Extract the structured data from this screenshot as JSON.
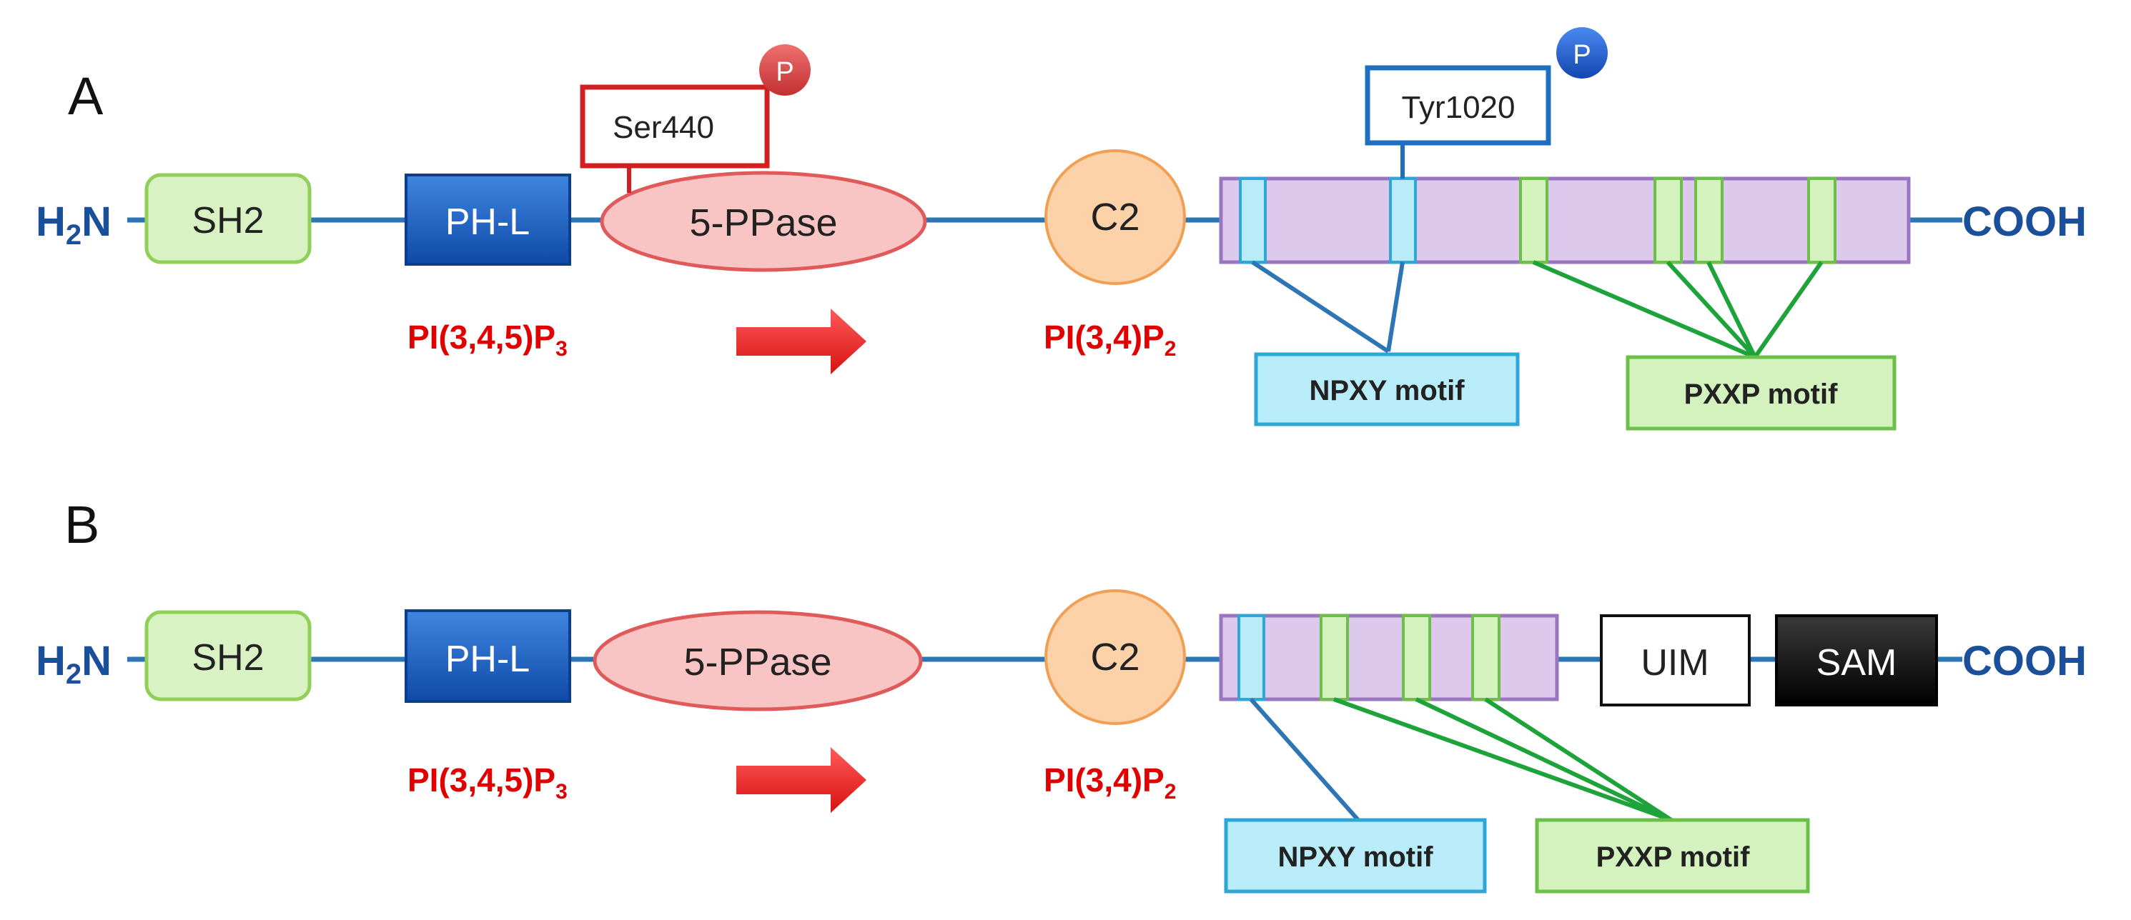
{
  "panels": {
    "a": {
      "label": "A",
      "n_terminus": {
        "h": "H",
        "sub": "2",
        "n": "N"
      },
      "c_terminus": "COOH",
      "domains": {
        "sh2": "SH2",
        "phl": "PH-L",
        "ppase": "5-PPase",
        "c2": "C2"
      },
      "site_ser": "Ser440",
      "site_tyr": "Tyr1020",
      "phospho_ser": "P",
      "phospho_tyr": "P",
      "substrate": {
        "base": "PI(3,4,5)P",
        "sub": "3"
      },
      "product": {
        "base": "PI(3,4)P",
        "sub": "2"
      },
      "npxy": "NPXY motif",
      "pxxp": "PXXP motif"
    },
    "b": {
      "label": "B",
      "n_terminus": {
        "h": "H",
        "sub": "2",
        "n": "N"
      },
      "c_terminus": "COOH",
      "domains": {
        "sh2": "SH2",
        "phl": "PH-L",
        "ppase": "5-PPase",
        "c2": "C2",
        "uim": "UIM",
        "sam": "SAM"
      },
      "substrate": {
        "base": "PI(3,4,5)P",
        "sub": "3"
      },
      "product": {
        "base": "PI(3,4)P",
        "sub": "2"
      },
      "npxy": "NPXY motif",
      "pxxp": "PXXP motif"
    }
  },
  "colors": {
    "backbone": "#2e75b6",
    "sh2_fill": "#d9f2c4",
    "sh2_stroke": "#8fcf5a",
    "phl_fill": "#1f5fbf",
    "ppase_fill": "#f9c4c4",
    "ppase_stroke": "#e05a5a",
    "c2_fill": "#fdd2a8",
    "c2_stroke": "#f0a055",
    "tail_fill": "#dcc9ec",
    "tail_stroke": "#9a76c0",
    "npxy_fill": "#b8ecf8",
    "npxy_stroke": "#2ea7d6",
    "pxxp_fill": "#d4f2bd",
    "pxxp_stroke": "#6cc04a",
    "pxxp_line": "#1ea33a",
    "ser_red": "#d21f1f",
    "tyr_blue": "#1f6fc0",
    "phospho_red": "#d64545",
    "phospho_blue": "#1d5fd0",
    "label_red": "#e00000",
    "arrow_red": "#e8201f",
    "sam_fill": "#111111"
  }
}
